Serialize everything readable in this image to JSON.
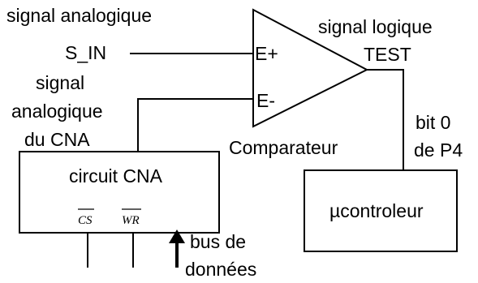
{
  "labels": {
    "input_signal_line1": "signal analogique",
    "input_signal_name": "S_IN",
    "output_signal_line1": "signal logique",
    "output_signal_name": "TEST",
    "dac_signal_line1": "signal",
    "dac_signal_line2": "analogique",
    "dac_signal_line3": "du CNA",
    "comparator_plus": "E+",
    "comparator_minus": "E-",
    "comparator_name": "Comparateur",
    "bit_line1": "bit 0",
    "bit_line2": "de P4",
    "dac_block": "circuit CNA",
    "pin_cs": "CS",
    "pin_wr": "WR",
    "bus_line1": "bus de",
    "bus_line2": "données",
    "mcu_block": "µcontroleur"
  }
}
